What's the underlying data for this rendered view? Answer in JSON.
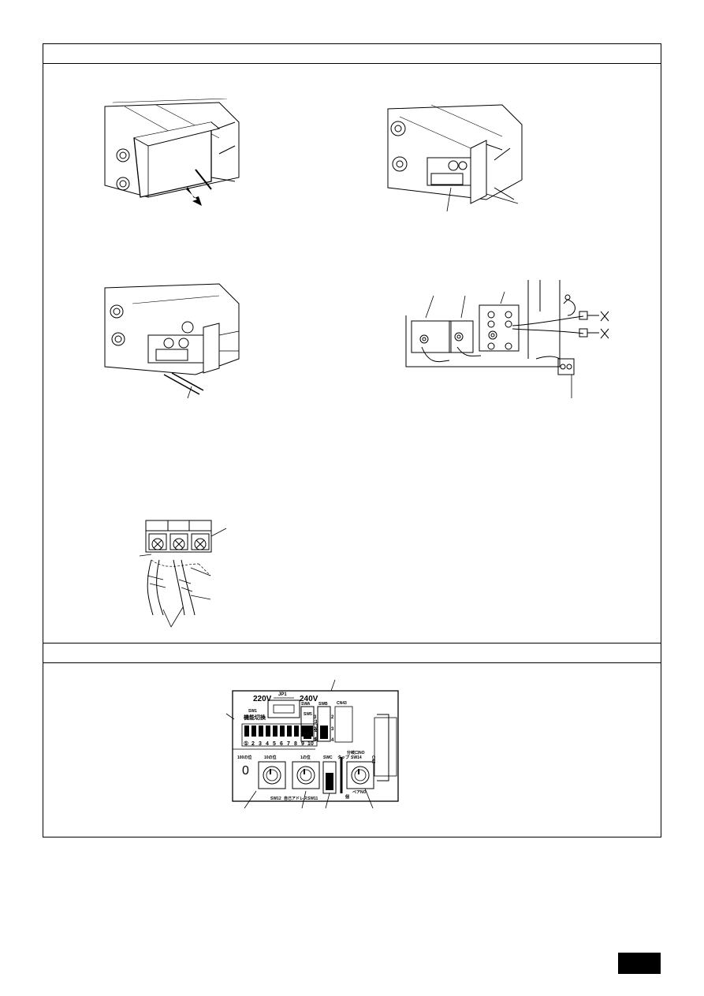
{
  "board": {
    "voltage_left": "220V",
    "voltage_right": "240V",
    "jumper_label": "JP1",
    "sw1_label": "SW1",
    "sw5_label": "SW5",
    "model_select_label": "機能切換",
    "dip_row_labels": [
      "3",
      "2",
      "1"
    ],
    "dip_numbers": [
      "①",
      "2",
      "3",
      "4",
      "5",
      "6",
      "7",
      "8",
      "9",
      "10"
    ],
    "swa_label": "SWA",
    "swb_label": "SWB",
    "swa_numbers": [
      "3",
      "2",
      "1"
    ],
    "swb_numbers": [
      "2",
      "3",
      "4"
    ],
    "cn43_label": "CN43",
    "cn2_label": "CN2",
    "hundreds_label": "100の位",
    "hundreds_value": "0",
    "tens_label": "10の位",
    "ones_label": "1の位",
    "sw12_label": "SW12",
    "address_label": "自己アドレス",
    "sw11_label": "SW11",
    "swc_label": "SWC",
    "tap_label": "タップ",
    "branch_label": "分岐口NO",
    "sw14_label": "SW14",
    "pair_label": "ペアNO",
    "pair_prefix": "個"
  }
}
